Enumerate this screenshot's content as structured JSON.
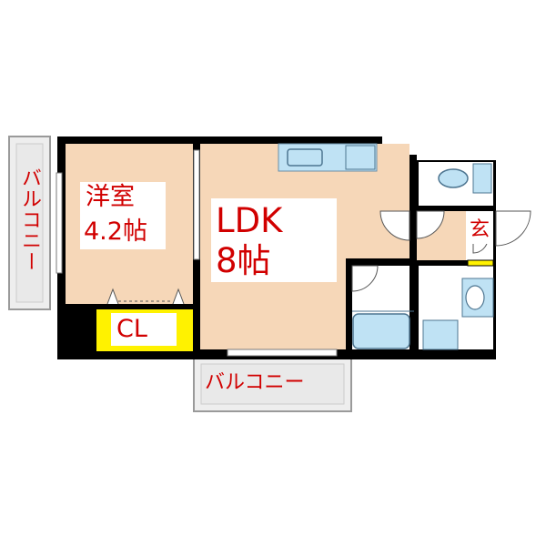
{
  "rooms": {
    "western": {
      "name": "洋室",
      "size": "4.2帖"
    },
    "ldk": {
      "name": "LDK",
      "size": "8帖"
    },
    "closet": {
      "name": "CL"
    },
    "entrance": {
      "name": "玄"
    }
  },
  "balconies": {
    "left": "バルコニー",
    "bottom": "バルコニー"
  },
  "colors": {
    "floor": "#f6d7b8",
    "wall": "#000000",
    "closet": "#fff200",
    "fixture": "#bfe2f4",
    "balcony": "#eeeeee",
    "label": "#d10000"
  }
}
